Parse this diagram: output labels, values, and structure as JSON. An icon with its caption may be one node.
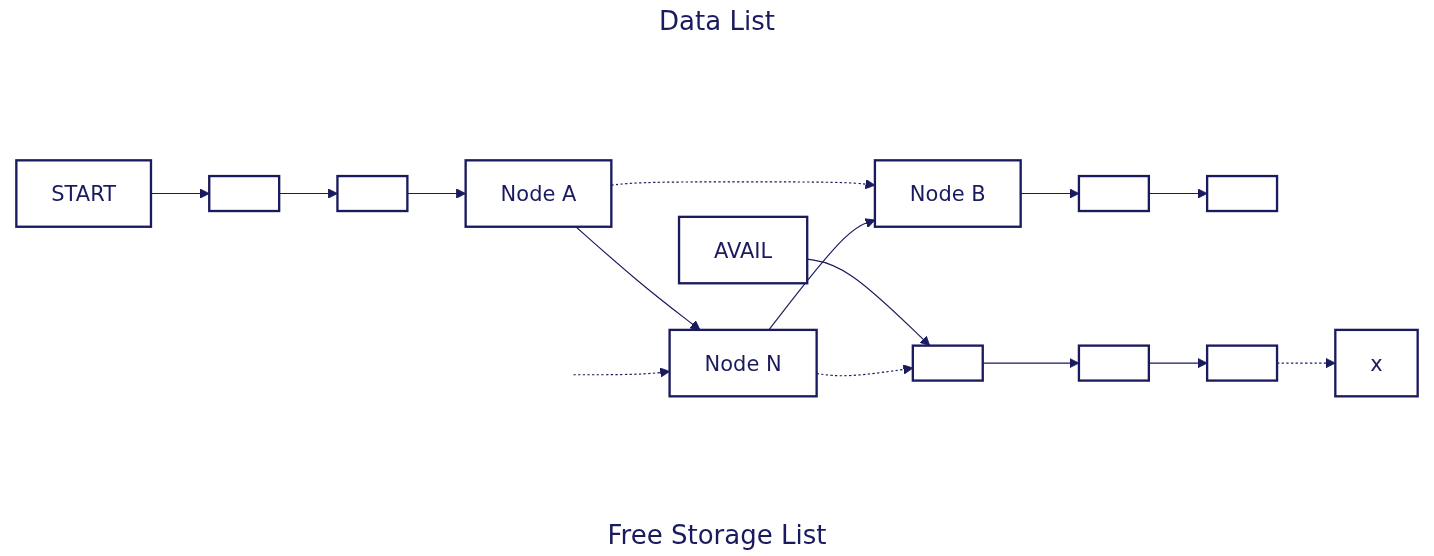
{
  "diagram": {
    "nodes": [
      {
        "text": [
          "START"
        ]
      },
      {
        "text": [],
        "shape": "box"
      },
      {
        "text": [],
        "shape": "box"
      },
      {
        "text": [
          "Node A"
        ]
      },
      {
        "text": [
          "Node B"
        ]
      },
      {
        "text": [],
        "shape": "box"
      },
      {
        "text": [],
        "shape": "box"
      },
      {
        "text": [
          "AVAIL"
        ]
      },
      {
        "text": [
          "Node N"
        ]
      },
      {
        "text": [],
        "shape": "box"
      },
      {
        "text": [],
        "shape": "box"
      },
      {
        "text": [],
        "shape": "box"
      },
      {
        "text": [
          "x"
        ]
      }
    ],
    "edges": [
      {
        "from": 0,
        "to": 1,
        "arrow": "to"
      },
      {
        "from": 1,
        "to": 2,
        "arrow": "to"
      },
      {
        "from": 2,
        "to": 3,
        "arrow": "to"
      },
      {
        "from": 3,
        "to": 4,
        "arrow": "to",
        "style": "dashed"
      },
      {
        "from": 3,
        "to": 8,
        "arrow": "to"
      },
      {
        "from": 8,
        "to": 4,
        "arrow": "to"
      },
      {
        "from": 4,
        "to": 5,
        "arrow": "to"
      },
      {
        "from": 5,
        "to": 6,
        "arrow": "to"
      },
      {
        "from": null,
        "to": 8,
        "arrow": "to",
        "style": "dashed"
      },
      {
        "from": 7,
        "to": 9,
        "arrow": "to"
      },
      {
        "from": 8,
        "to": 9,
        "arrow": "to",
        "style": "dashed"
      },
      {
        "from": 9,
        "to": 10,
        "arrow": "to"
      },
      {
        "from": 10,
        "to": 11,
        "arrow": "to"
      },
      {
        "from": 11,
        "to": 12,
        "arrow": "to",
        "style": "dashed"
      }
    ],
    "labels": [
      "Data List",
      "Free Storage List"
    ]
  }
}
